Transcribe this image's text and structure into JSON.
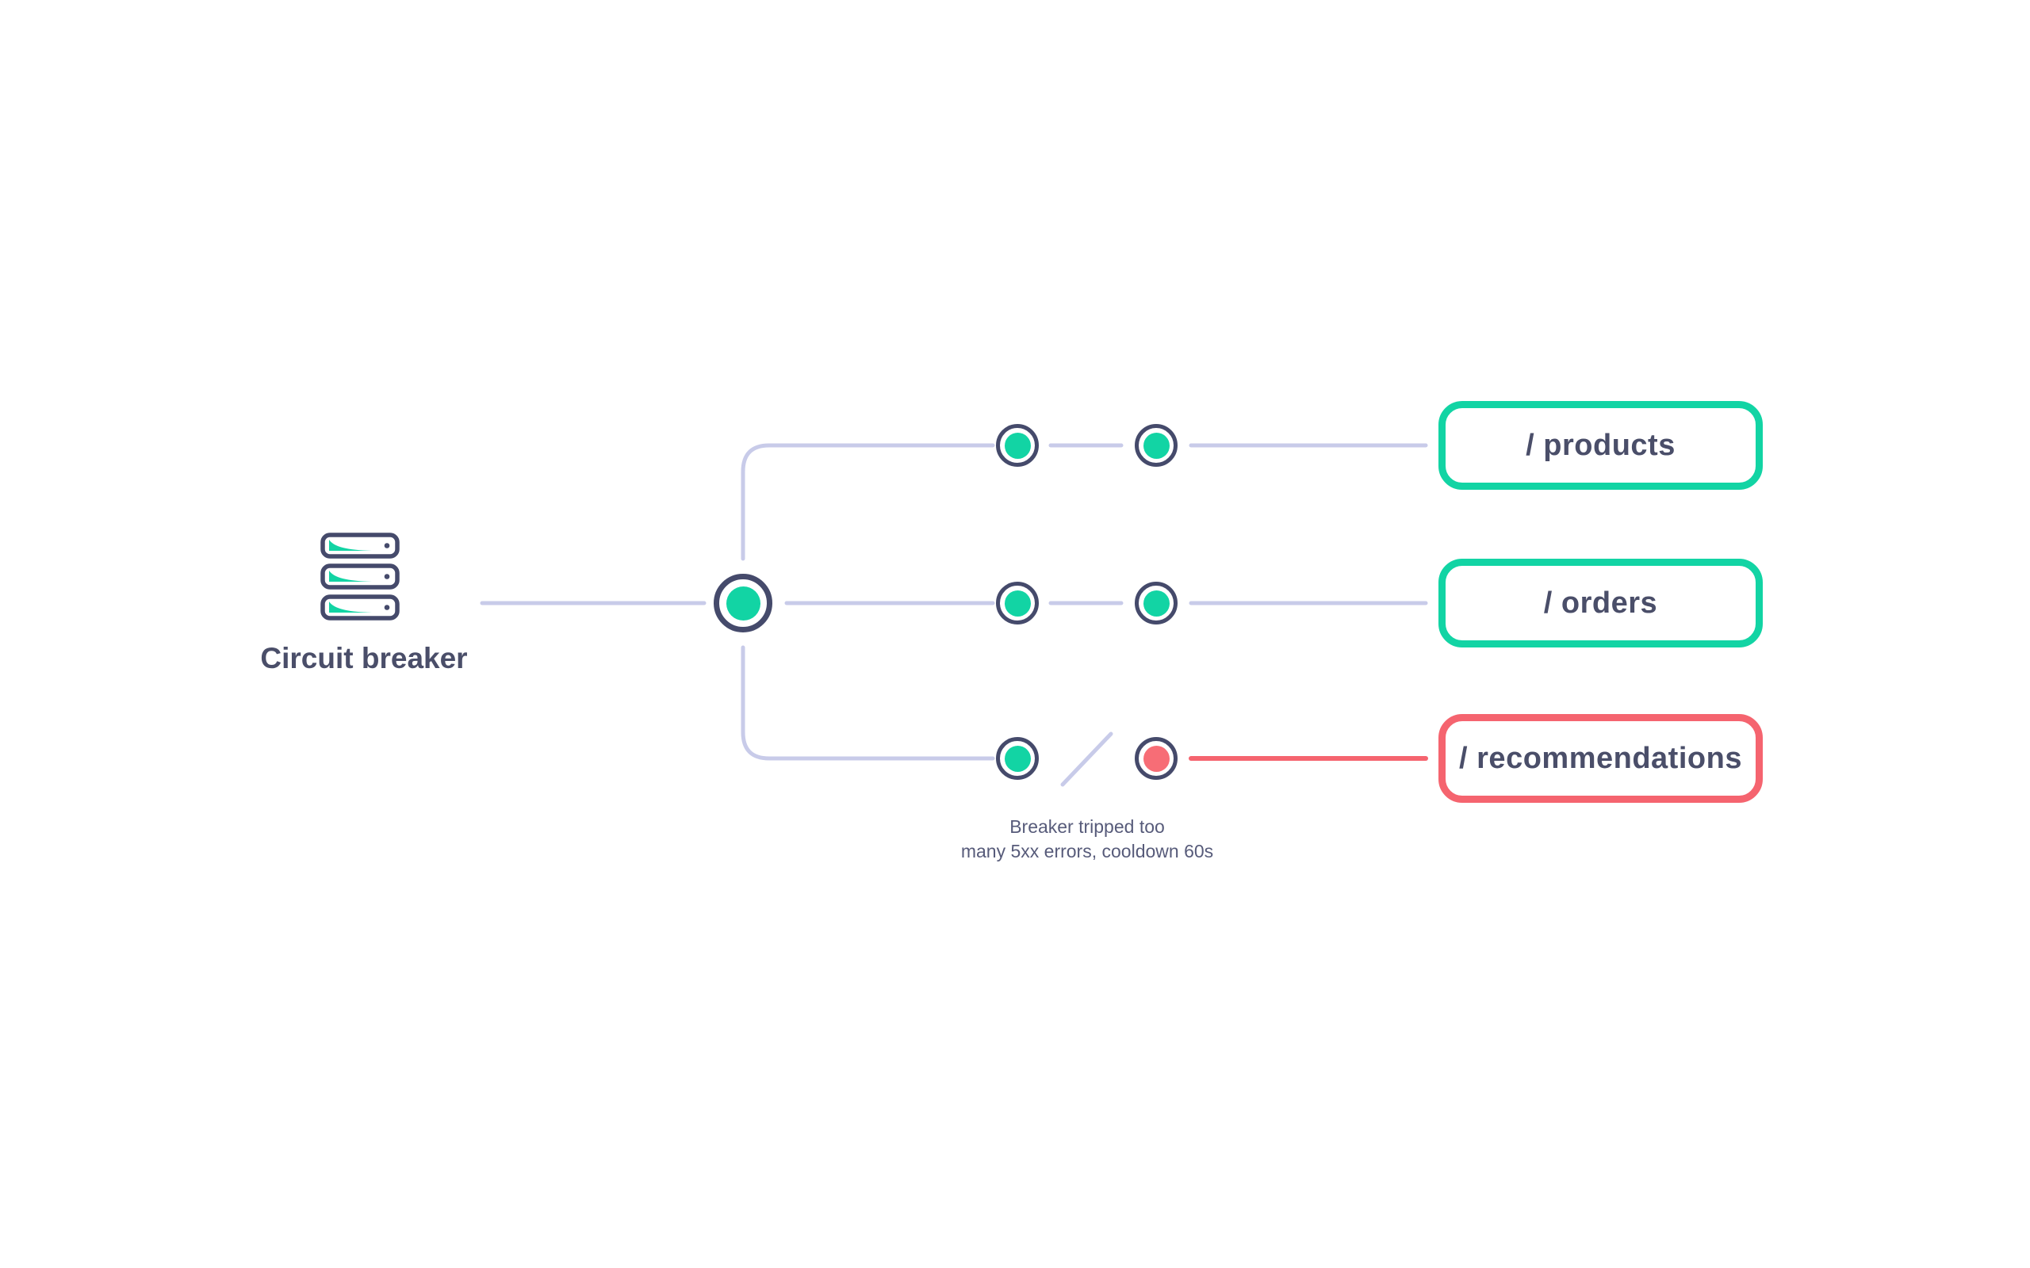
{
  "source": {
    "label": "Circuit breaker",
    "icon": "server-stack-icon"
  },
  "branches": [
    {
      "endpoint": "/ products",
      "status": "healthy"
    },
    {
      "endpoint": "/ orders",
      "status": "healthy"
    },
    {
      "endpoint": "/ recommendations",
      "status": "tripped"
    }
  ],
  "annotation": {
    "line1": "Breaker tripped too",
    "line2": "many 5xx errors, cooldown 60s"
  },
  "colors": {
    "healthy": "#12d4a4",
    "tripped": "#f5646f",
    "tripped_dot": "#f76d76",
    "wire": "#c8cbe9",
    "ink": "#454a6b",
    "text": "#4a4e69",
    "caption": "#575b7a",
    "background": "#ffffff"
  }
}
